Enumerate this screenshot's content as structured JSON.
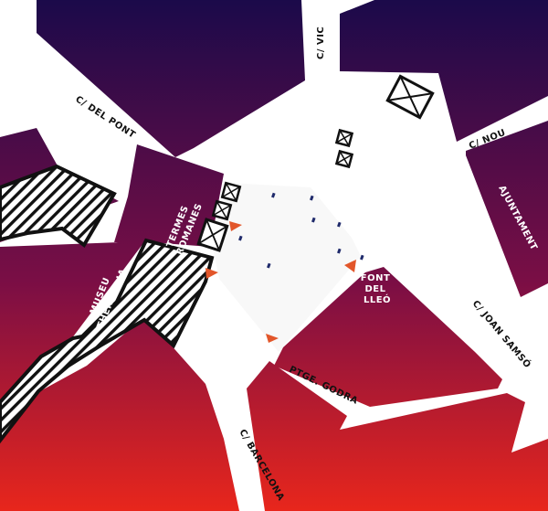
{
  "map": {
    "colors": {
      "gradient_top": "#1b0a4a",
      "gradient_mid": "#7a0e45",
      "gradient_bottom": "#e8261c",
      "street": "#ffffff",
      "plaza": "#f8f8f8",
      "ruins_hatch": "#111111",
      "marker": "#e2562a",
      "dots": "#1f2a6b"
    },
    "streets": {
      "del_pont": "C/ DEL PONT",
      "vic": "C/ VIC",
      "nou": "C/ NOU",
      "joan_samso": "C/ JOAN SAMSÓ",
      "godra": "PTGE. GODRA",
      "barcelona": "C/ BARCELONA"
    },
    "places": {
      "termes_romanes": [
        "TERMES",
        "ROMANES"
      ],
      "museu_thermalia": [
        "MUSEU",
        "THERMALIA"
      ],
      "ajuntament": "AJUNTAMENT",
      "font_del_lleo": [
        "FONT",
        "DEL",
        "LLEÓ"
      ]
    },
    "icons": {
      "marker": "triangle-marker-icon",
      "box": "crossed-box-icon",
      "hatch": "ruins-hatch-pattern"
    }
  }
}
